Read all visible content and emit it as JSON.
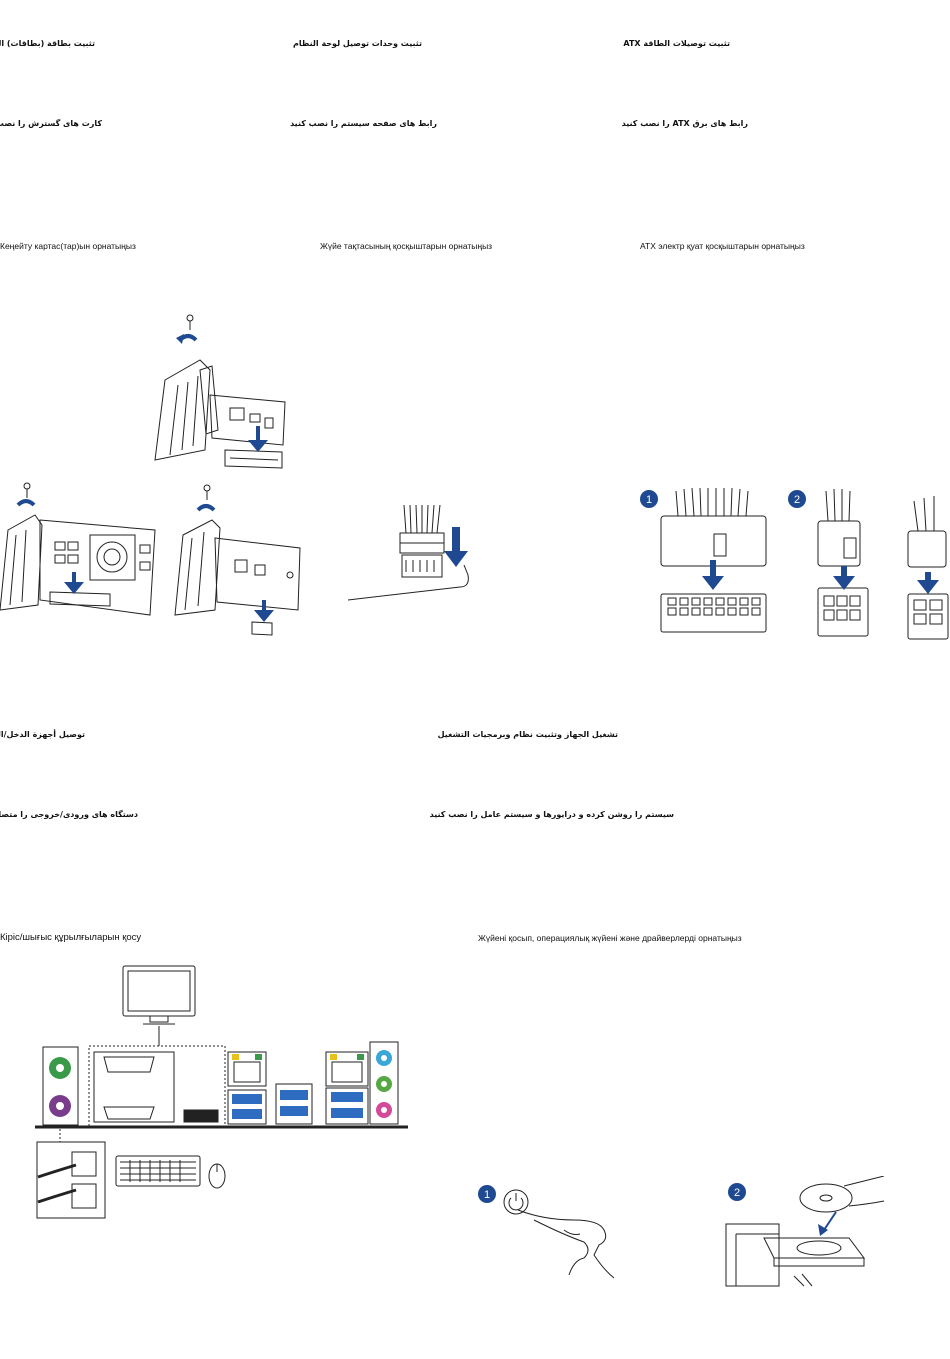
{
  "sections": {
    "expansion": {
      "arabic": "تثبيت بطاقة (بطاقات) التوسعة",
      "farsi": "کارت های گسترش را نصب کنید",
      "kazakh": "Кеңейту картас(тар)ын орнатыңыз"
    },
    "system_panel": {
      "arabic": "تثبيت وحدات توصيل لوحة النظام",
      "farsi": "رابط های صفحه سیستم را نصب کنید",
      "kazakh": "Жүйе тақтасының қосқыштарын орнатыңыз"
    },
    "atx_power": {
      "arabic": "تثبيت توصيلات الطاقة ATX",
      "farsi": "رابط های برق ATX را نصب کنید",
      "kazakh": "ATX электр қуат қосқыштарын орнатыңыз"
    },
    "io_devices": {
      "arabic": "توصيل أجهزة الدخل/الخرج",
      "farsi": "دستگاه های ورودی/خروجی را متصل نمایید",
      "kazakh": "Кіріс/шығыс құрылғыларын қосу"
    },
    "power_on": {
      "arabic": "تشغيل الجهاز وتثبيت نظام وبرمجيات التشغيل",
      "farsi": "سیستم را روشن کرده و درایورها و سیستم عامل را نصب کنید",
      "kazakh": "Жүйені қосып, операциялық жүйені және драйверлерді орнатыңыз"
    }
  },
  "step_numbers": {
    "atx_step1": "1",
    "atx_step2": "2",
    "power_step1": "1",
    "power_step2": "2"
  },
  "colors": {
    "accent_blue": "#1f4a91",
    "ps2_green": "#3a9a4a",
    "ps2_purple": "#7a3d8c",
    "audio_blue": "#3aa7d8",
    "audio_green": "#56a845",
    "audio_pink": "#d44a9a",
    "usb3_blue": "#2d6cc0"
  }
}
